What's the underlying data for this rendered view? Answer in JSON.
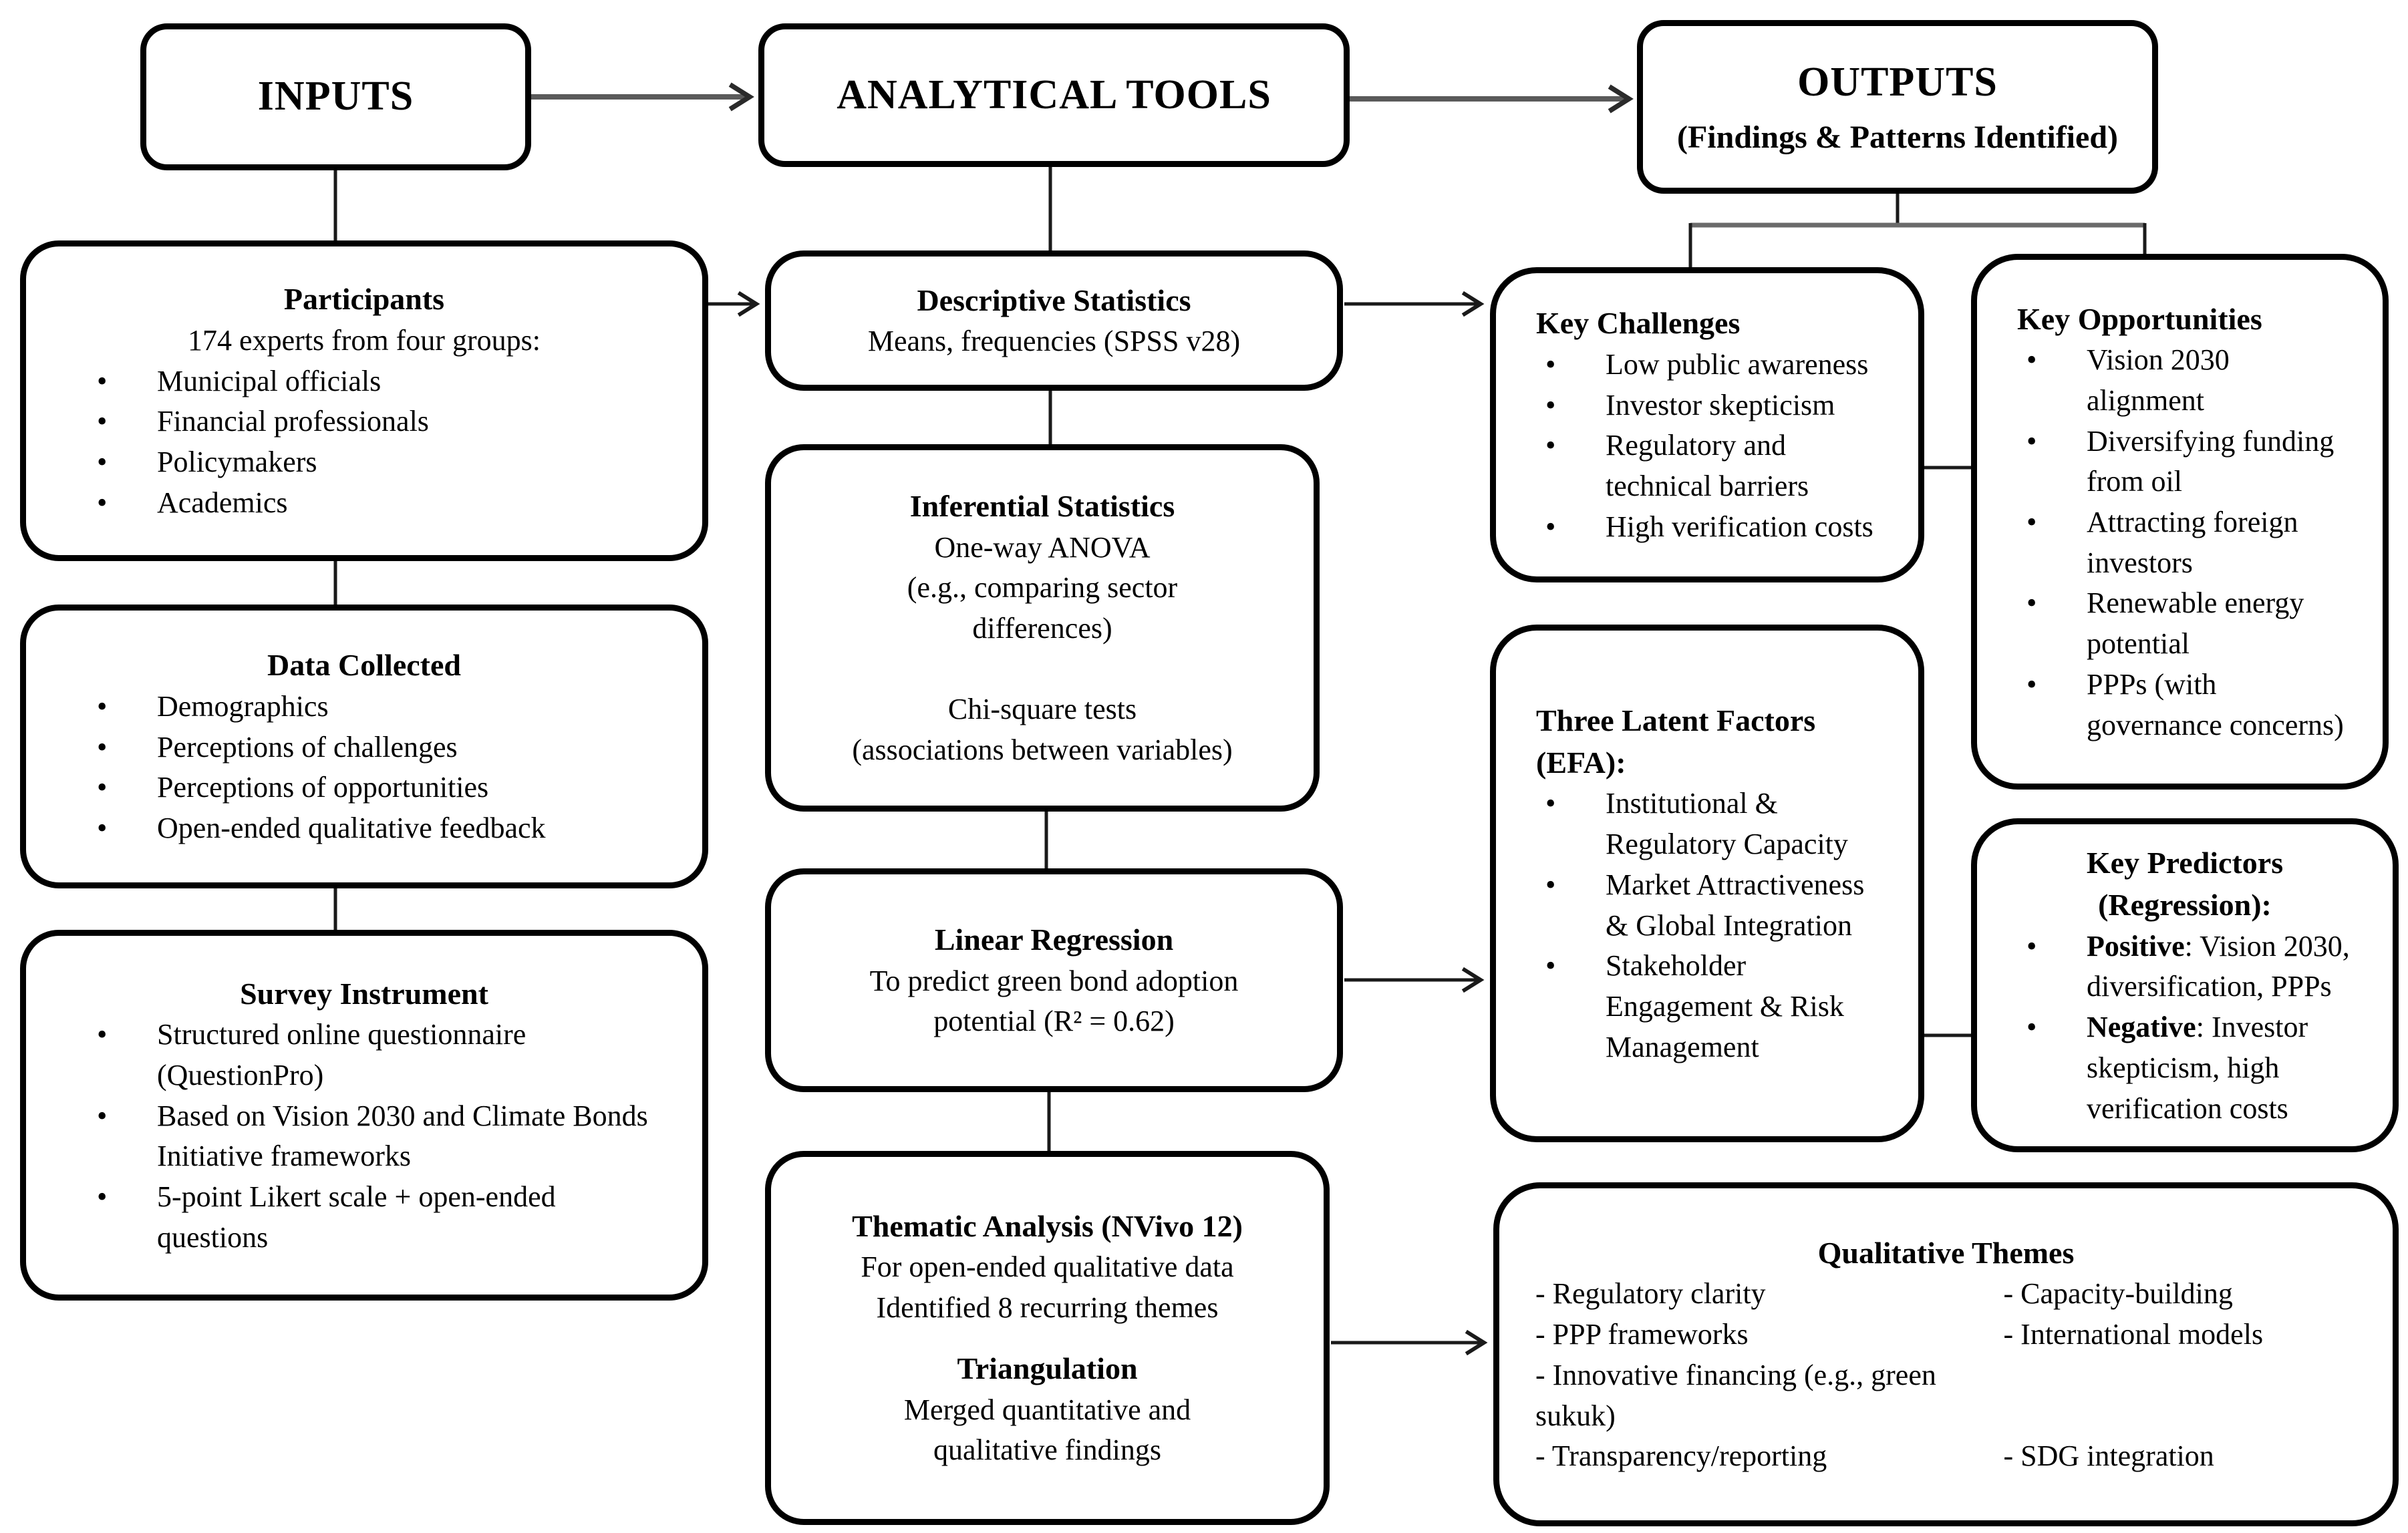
{
  "colors": {
    "box_border": "#000000",
    "box_background": "#ffffff",
    "connector_dark": "#1a1a1a",
    "connector_gray": "#5a5a5a"
  },
  "top_row": {
    "inputs": {
      "title": "INPUTS"
    },
    "analytical_tools": {
      "title": "ANALYTICAL TOOLS"
    },
    "outputs": {
      "title": "OUTPUTS",
      "subtitle": "(Findings & Patterns Identified)"
    }
  },
  "inputs_column": {
    "participants": {
      "title": "Participants",
      "subtitle": "174 experts from four groups:",
      "bullets": [
        "Municipal officials",
        "Financial professionals",
        "Policymakers",
        "Academics"
      ]
    },
    "data_collected": {
      "title": "Data Collected",
      "bullets": [
        "Demographics",
        "Perceptions of challenges",
        "Perceptions of opportunities",
        "Open-ended qualitative feedback"
      ]
    },
    "survey_instrument": {
      "title": "Survey Instrument",
      "bullets": [
        "Structured online questionnaire (QuestionPro)",
        "Based on Vision 2030 and Climate Bonds Initiative frameworks",
        "5-point Likert scale + open-ended questions"
      ]
    }
  },
  "tools_column": {
    "descriptive": {
      "title": "Descriptive Statistics",
      "line": "Means, frequencies (SPSS v28)"
    },
    "inferential": {
      "title": "Inferential Statistics",
      "lines": [
        "One-way ANOVA",
        "(e.g., comparing sector",
        "differences)",
        "",
        "Chi-square tests",
        "(associations between variables)"
      ]
    },
    "linear_regression": {
      "title": "Linear Regression",
      "lines": [
        "To predict green bond adoption",
        "potential (R² = 0.62)"
      ]
    },
    "thematic": {
      "title": "Thematic Analysis (NVivo 12)",
      "lines": [
        "For open-ended qualitative data",
        "Identified 8 recurring themes"
      ],
      "subtitle": "Triangulation",
      "lines2": [
        "Merged quantitative and",
        "qualitative findings"
      ]
    }
  },
  "outputs_column": {
    "key_challenges": {
      "title": "Key Challenges",
      "bullets": [
        "Low public awareness",
        "Investor skepticism",
        "Regulatory and technical barriers",
        "High verification costs"
      ]
    },
    "key_opportunities": {
      "title": "Key Opportunities",
      "bullets": [
        "Vision 2030 alignment",
        "Diversifying funding from oil",
        "Attracting foreign investors",
        "Renewable energy potential",
        "PPPs (with governance concerns)"
      ]
    },
    "latent_factors": {
      "title": "Three Latent Factors",
      "title2": "(EFA):",
      "bullets": [
        "Institutional & Regulatory Capacity",
        "Market Attractiveness & Global Integration",
        "Stakeholder Engagement & Risk Management"
      ]
    },
    "key_predictors": {
      "title": "Key Predictors",
      "title2": "(Regression):",
      "bullets": [
        {
          "bold": "Positive",
          "text": ": Vision 2030, diversification, PPPs"
        },
        {
          "bold": "Negative",
          "text": ": Investor skepticism, high verification costs"
        }
      ]
    },
    "qualitative_themes": {
      "title": "Qualitative Themes",
      "rows": [
        {
          "left": "- Regulatory clarity",
          "right": "- Capacity-building"
        },
        {
          "left": "- PPP frameworks",
          "right": "- International models"
        },
        {
          "left": "- Innovative financing (e.g., green sukuk)",
          "right": ""
        },
        {
          "left": "- Transparency/reporting",
          "right": "- SDG integration"
        }
      ]
    }
  }
}
